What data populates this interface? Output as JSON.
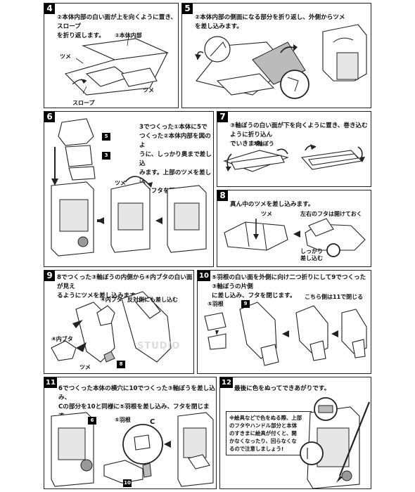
{
  "steps": {
    "s4": {
      "num": "4",
      "text": "②本体内部の白い面が上を向くように置き、スロープ\nを折り返します。",
      "labels": {
        "body": "②本体内部",
        "tab1": "ツメ",
        "tab2": "ツメ",
        "slope": "スロープ"
      }
    },
    "s5": {
      "num": "5",
      "text": "②本体内部の側面になる部分を折り返し、外側からツメ\nを差し込みます。"
    },
    "s6": {
      "num": "6",
      "text": "3でつくった①本体に5で\nつくった②本体内部を図のよ\nうに、しっかり奥まで差し込\nみます。上部のツメを差し込\nんでフタを閉じます。",
      "labels": {
        "tab": "ツメ"
      },
      "tags": {
        "t5": "5",
        "t3": "3"
      }
    },
    "s7": {
      "num": "7",
      "text": "③軸ぼうの白い面が下を向くように置き、巻き込むように折り込ん\nでいきます。",
      "labels": {
        "axis": "③軸ぼう"
      }
    },
    "s8": {
      "num": "8",
      "text": "真ん中のツメを差し込みます。",
      "labels": {
        "tab": "ツメ",
        "lid": "左右のフタは開けておく",
        "insert": "しっかり\n差し込む"
      }
    },
    "s9": {
      "num": "9",
      "text": "8でつくった③軸ぼうの内側から④内ブタの白い面が見え\nるようにツメを差し込みます。",
      "labels": {
        "inner1": "④内ブタ",
        "inner2": "④内ブタ",
        "tab": "ツメ",
        "both": "反対側にも差し込む"
      },
      "tags": {
        "t8": "8"
      }
    },
    "s10": {
      "num": "10",
      "text": "⑤羽根の白い面を外側に向け二つ折りにして9でつくった③軸ぼうの片側\nに差し込み、フタを閉じます。",
      "labels": {
        "wing": "⑤羽根",
        "close": "こちら側は11で閉じる"
      },
      "tags": {
        "t9": "9"
      }
    },
    "s11": {
      "num": "11",
      "text": "6でつくった本体の横穴に10でつくった③軸ぼうを差し込み、\nCの部分を10と同様に⑤羽根を差し込み、フタを閉じます。",
      "labels": {
        "wing": "⑤羽根",
        "c": "C"
      },
      "tags": {
        "t6": "6",
        "t10": "10"
      }
    },
    "s12": {
      "num": "12",
      "text": "最後に色をぬってできあがりです。",
      "note": "※絵具などで色をぬる際、上部\nのフタやハンドル部分と本体\nのすきまに絵具が付くと、開\nかなくなったり、回らなくな\nるので注意しましょう!"
    }
  },
  "watermark": "STUDIO"
}
